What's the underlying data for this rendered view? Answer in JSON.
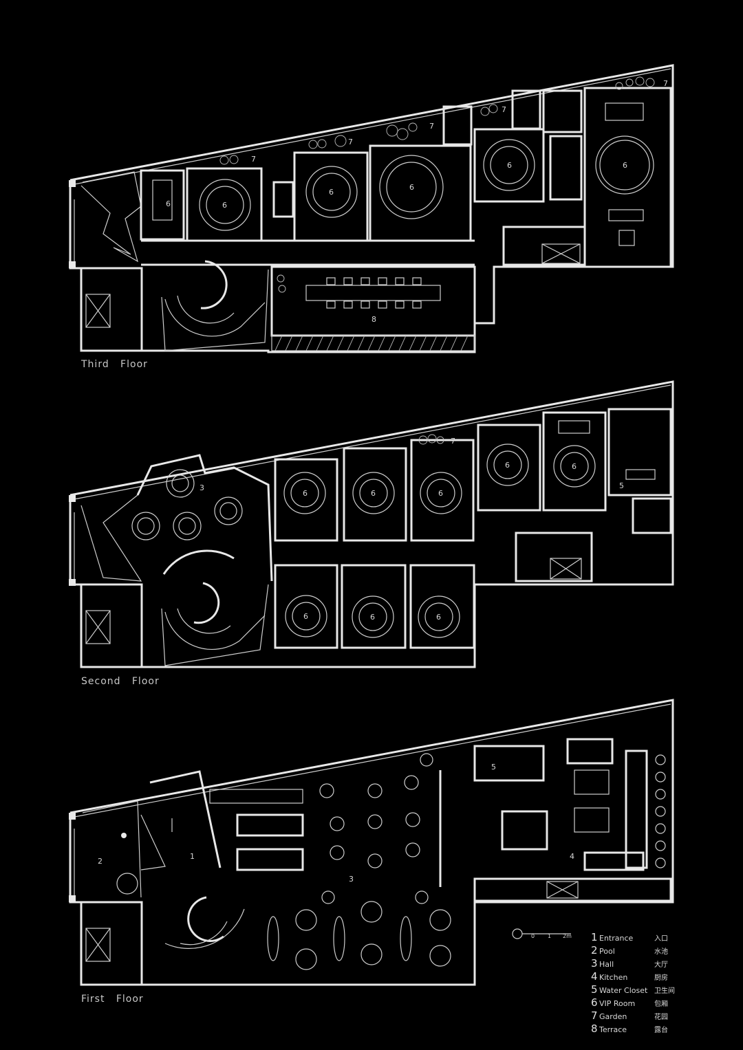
{
  "floors": [
    {
      "id": "third",
      "label": "Third   Floor"
    },
    {
      "id": "second",
      "label": "Second   Floor"
    },
    {
      "id": "first",
      "label": "First   Floor"
    }
  ],
  "room_numbers": {
    "third": [
      "6",
      "6",
      "6",
      "6",
      "6",
      "6",
      "7",
      "7",
      "7",
      "7",
      "7",
      "8"
    ],
    "second": [
      "3",
      "6",
      "6",
      "6",
      "6",
      "6",
      "6",
      "6",
      "6",
      "7",
      "5"
    ],
    "first": [
      "1",
      "2",
      "3",
      "4",
      "5"
    ]
  },
  "scale": {
    "ticks": [
      "0",
      "1",
      "2m"
    ]
  },
  "legend": [
    {
      "num": "1",
      "en": "Entrance",
      "cn": "入口"
    },
    {
      "num": "2",
      "en": "Pool",
      "cn": "水池"
    },
    {
      "num": "3",
      "en": "Hall",
      "cn": "大厅"
    },
    {
      "num": "4",
      "en": "Kitchen",
      "cn": "厨房"
    },
    {
      "num": "5",
      "en": "Water  Closet",
      "cn": "卫生间"
    },
    {
      "num": "6",
      "en": "VIP  Room",
      "cn": "包厢"
    },
    {
      "num": "7",
      "en": "Garden",
      "cn": "花园"
    },
    {
      "num": "8",
      "en": "Terrace",
      "cn": "露台"
    }
  ],
  "colors": {
    "background": "#000000",
    "lines": "#e8e8e8"
  }
}
